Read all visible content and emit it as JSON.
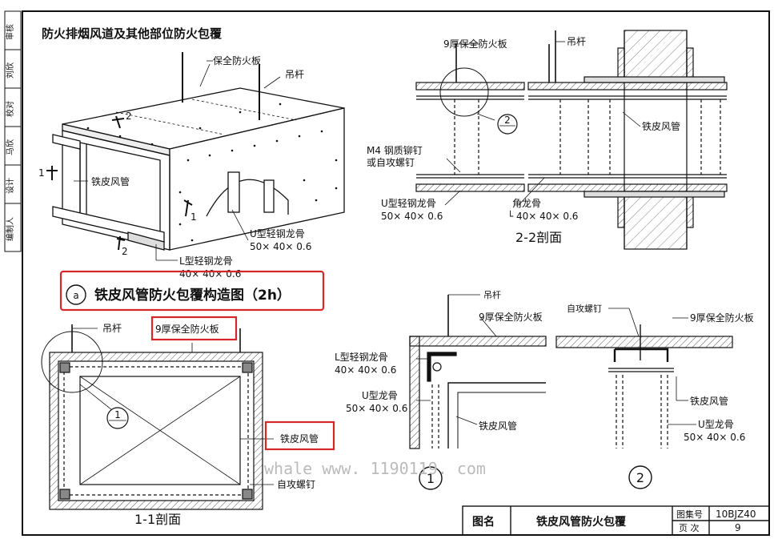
{
  "drawing_title": "防火排烟风道及其他部位防火包覆",
  "iso_labels": {
    "board": "保全防火板",
    "hanger": "吊杆",
    "duct": "铁皮风管",
    "u_keel": "U型轻钢龙骨",
    "u_keel_size": "50× 40× 0.6",
    "l_keel": "L型轻钢龙骨",
    "l_keel_size": "40× 40× 0.6",
    "cut1": "1",
    "cut2": "2"
  },
  "caption_a": {
    "marker": "a",
    "text": "铁皮风管防火包覆构造图（2h）"
  },
  "section_22": {
    "board": "9厚保全防火板",
    "hanger": "吊杆",
    "duct": "铁皮风管",
    "rivet_line1": "M4 钢质铆钉",
    "rivet_line2": "或自攻螺钉",
    "u_keel": "U型轻钢龙骨",
    "u_keel_size": "50× 40× 0.6",
    "angle": "角龙骨",
    "angle_size": "└ 40× 40× 0.6",
    "detail_ref": "2",
    "title": "2-2剖面"
  },
  "section_11": {
    "hanger": "吊杆",
    "board": "9厚保全防火板",
    "duct": "铁皮风管",
    "screw": "自攻螺钉",
    "detail_ref": "1",
    "title": "1-1剖面"
  },
  "detail_1": {
    "hanger": "吊杆",
    "board": "9厚保全防火板",
    "l_keel": "L型轻钢龙骨",
    "l_keel_size": "40× 40× 0.6",
    "u_keel": "U型龙骨",
    "u_keel_size": "50× 40× 0.6",
    "duct": "铁皮风管",
    "number": "1"
  },
  "detail_2": {
    "screw": "自攻螺钉",
    "board": "9厚保全防火板",
    "duct": "铁皮风管",
    "u_keel": "U型龙骨",
    "u_keel_size": "50× 40× 0.6",
    "number": "2"
  },
  "title_block": {
    "name_label": "图名",
    "name": "铁皮风管防火包覆",
    "set_label": "图集号",
    "set_no": "10BJZ40",
    "page_label": "页 次",
    "page_no": "9"
  },
  "side_strip": [
    "审核",
    "刘欣",
    "校对",
    "马欣",
    "设计",
    "编制人"
  ],
  "watermark": "whale www. 1190119. com",
  "colors": {
    "highlight_box": "#d62728",
    "line": "#111111",
    "hatch": "#444444"
  }
}
